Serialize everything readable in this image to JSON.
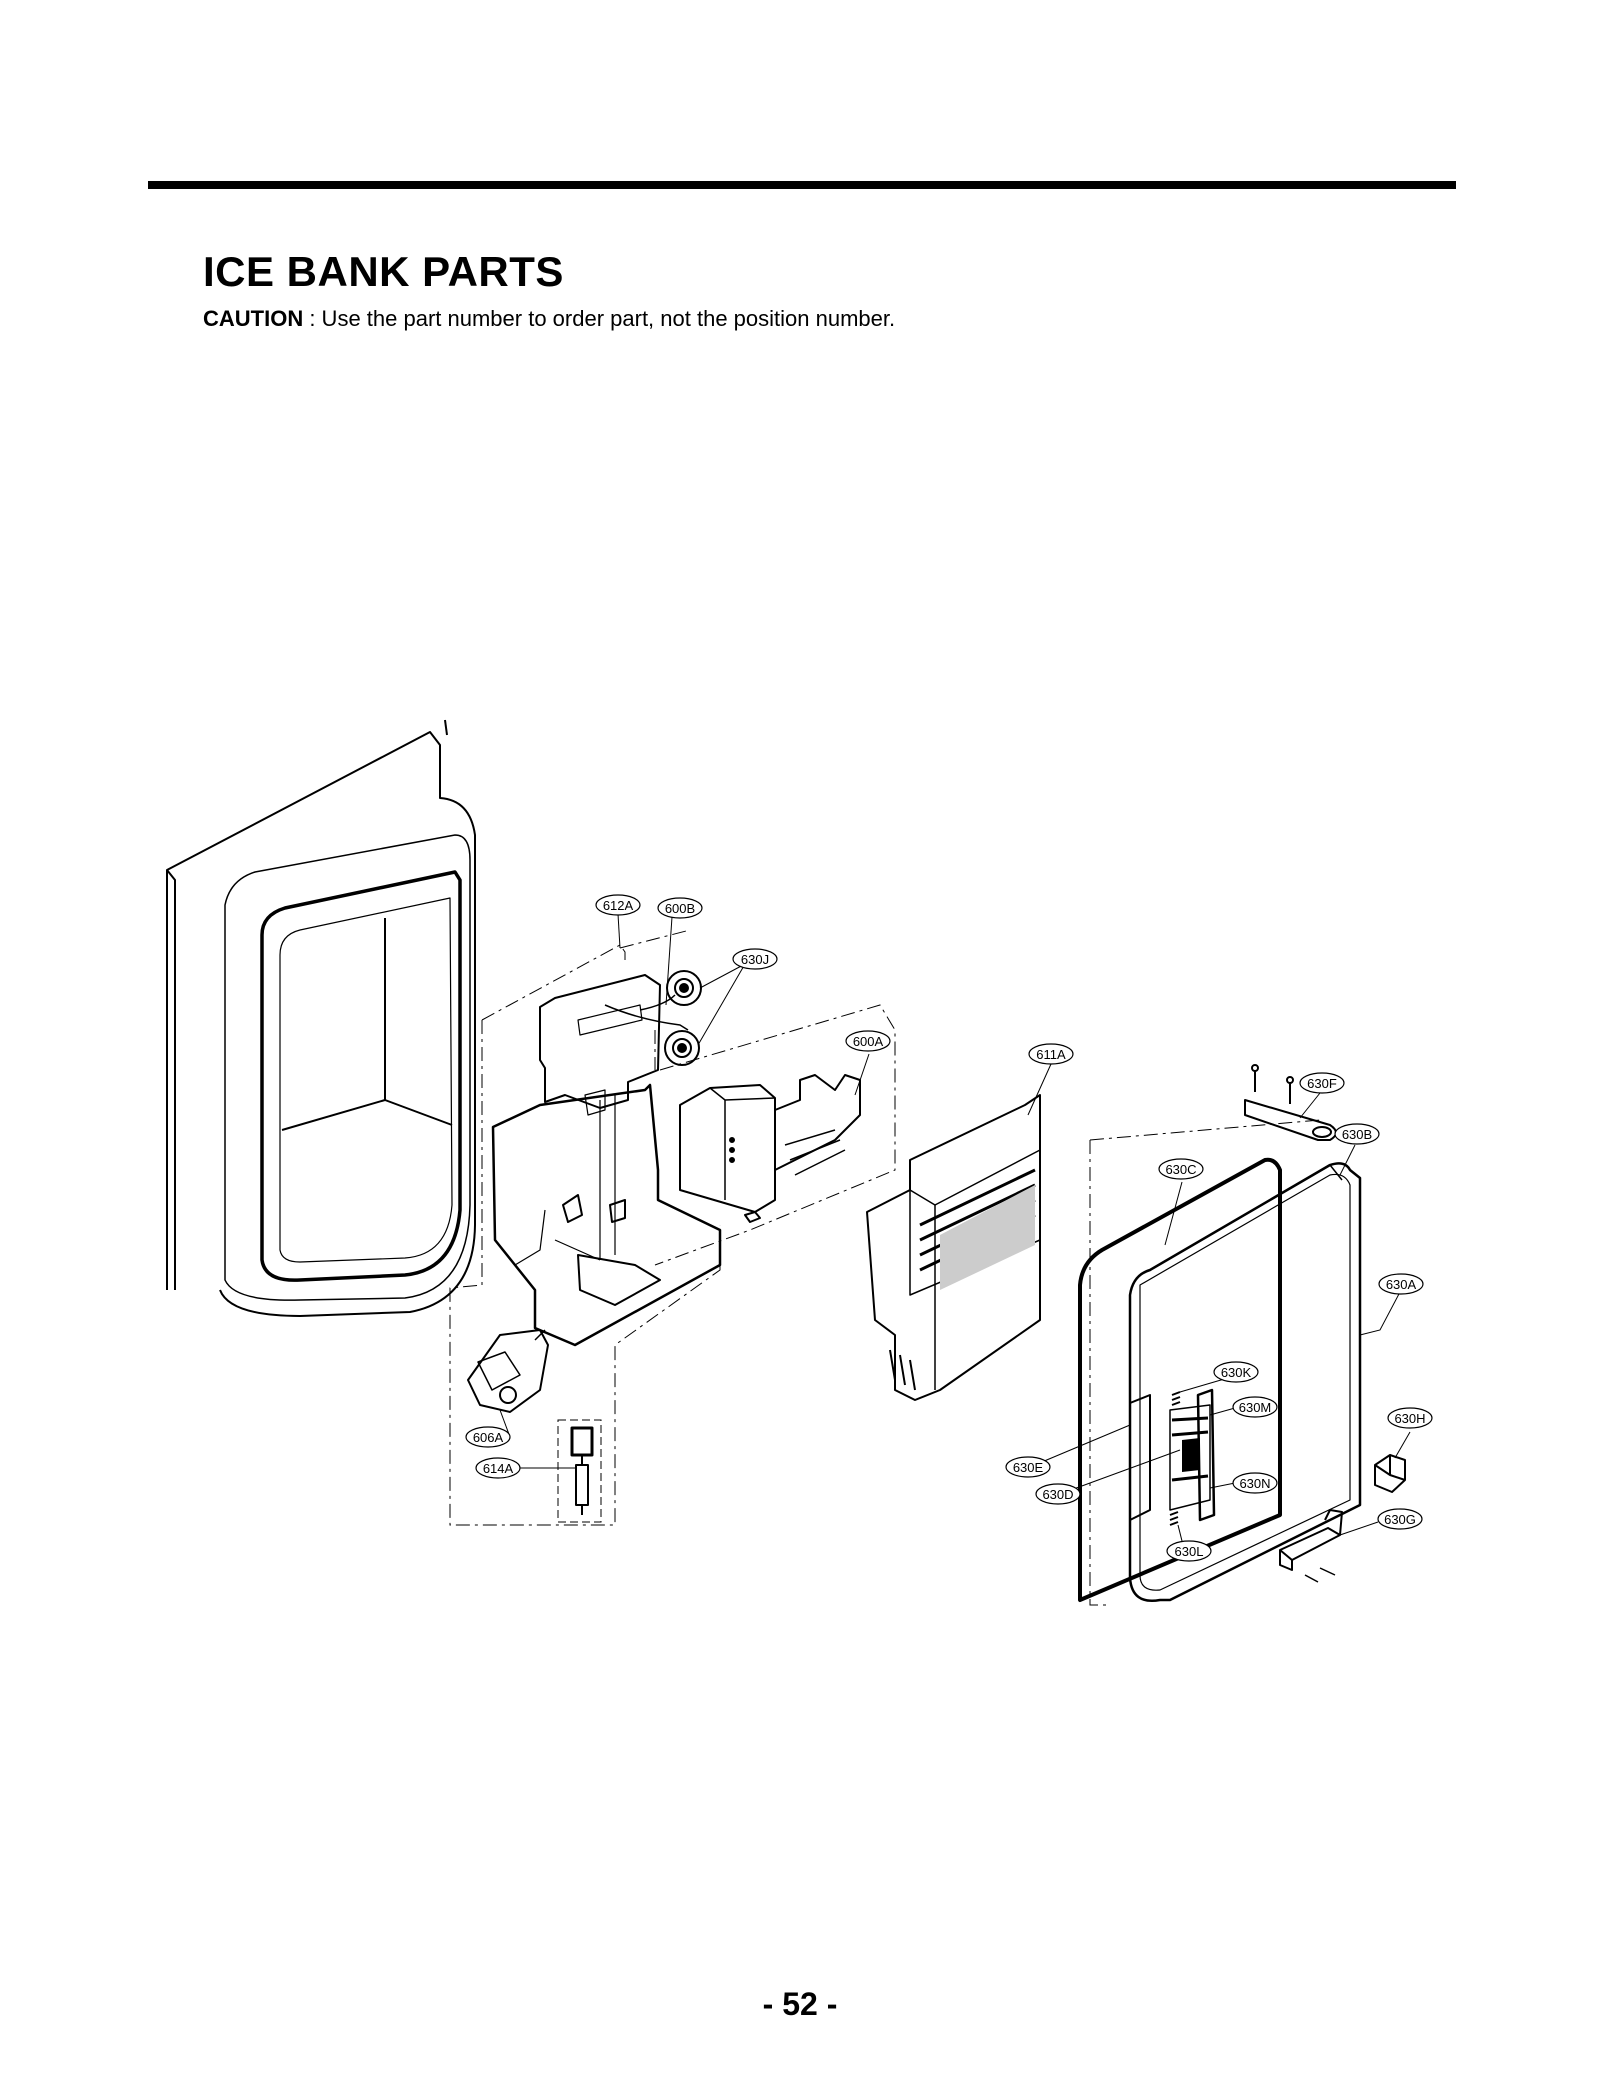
{
  "page": {
    "title": "ICE BANK PARTS",
    "caution_label": "CAUTION",
    "caution_text": " : Use the part number to order part, not the position number.",
    "page_number": "- 52 -"
  },
  "callouts": [
    {
      "id": "612A",
      "label": "612A"
    },
    {
      "id": "600B",
      "label": "600B"
    },
    {
      "id": "630J",
      "label": "630J"
    },
    {
      "id": "600A",
      "label": "600A"
    },
    {
      "id": "611A",
      "label": "611A"
    },
    {
      "id": "630F",
      "label": "630F"
    },
    {
      "id": "630B",
      "label": "630B"
    },
    {
      "id": "630C",
      "label": "630C"
    },
    {
      "id": "630A",
      "label": "630A"
    },
    {
      "id": "630K",
      "label": "630K"
    },
    {
      "id": "630M",
      "label": "630M"
    },
    {
      "id": "630H",
      "label": "630H"
    },
    {
      "id": "606A",
      "label": "606A"
    },
    {
      "id": "614A",
      "label": "614A"
    },
    {
      "id": "630E",
      "label": "630E"
    },
    {
      "id": "630D",
      "label": "630D"
    },
    {
      "id": "630N",
      "label": "630N"
    },
    {
      "id": "630G",
      "label": "630G"
    },
    {
      "id": "630L",
      "label": "630L"
    }
  ]
}
